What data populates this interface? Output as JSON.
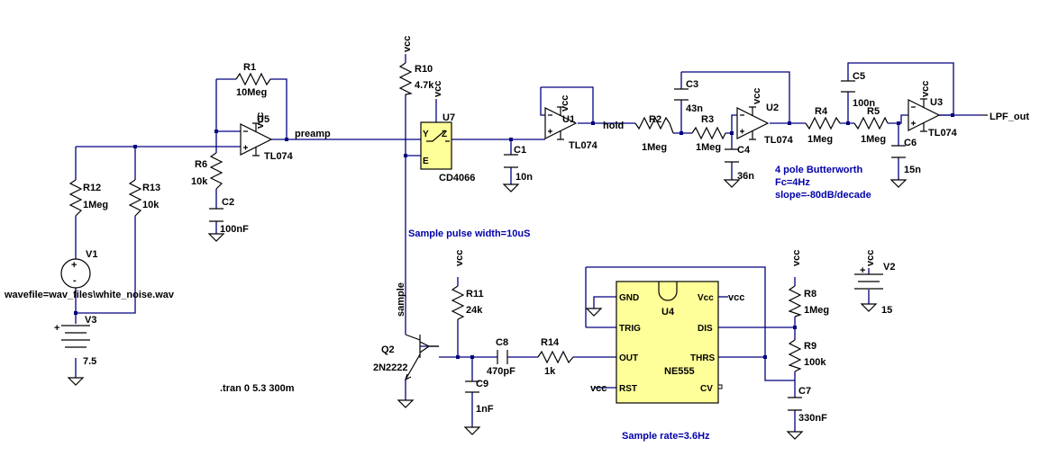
{
  "components": {
    "R1": {
      "ref": "R1",
      "value": "10Meg"
    },
    "R2": {
      "ref": "R2",
      "value": "1Meg"
    },
    "R3": {
      "ref": "R3",
      "value": "1Meg"
    },
    "R4": {
      "ref": "R4",
      "value": "1Meg"
    },
    "R5": {
      "ref": "R5",
      "value": "1Meg"
    },
    "R6": {
      "ref": "R6",
      "value": "10k"
    },
    "R8": {
      "ref": "R8",
      "value": "1Meg"
    },
    "R9": {
      "ref": "R9",
      "value": "100k"
    },
    "R10": {
      "ref": "R10",
      "value": "4.7k"
    },
    "R11": {
      "ref": "R11",
      "value": "24k"
    },
    "R12": {
      "ref": "R12",
      "value": "1Meg"
    },
    "R13": {
      "ref": "R13",
      "value": "10k"
    },
    "R14": {
      "ref": "R14",
      "value": "1k"
    },
    "C1": {
      "ref": "C1",
      "value": "10n"
    },
    "C2": {
      "ref": "C2",
      "value": "100nF"
    },
    "C3": {
      "ref": "C3",
      "value": "43n"
    },
    "C4": {
      "ref": "C4",
      "value": "36n"
    },
    "C5": {
      "ref": "C5",
      "value": "100n"
    },
    "C6": {
      "ref": "C6",
      "value": "15n"
    },
    "C7": {
      "ref": "C7",
      "value": "330nF"
    },
    "C8": {
      "ref": "C8",
      "value": "470pF"
    },
    "C9": {
      "ref": "C9",
      "value": "1nF"
    },
    "U1": {
      "ref": "U1",
      "value": "TL074"
    },
    "U2": {
      "ref": "U2",
      "value": "TL074"
    },
    "U3": {
      "ref": "U3",
      "value": "TL074"
    },
    "U5": {
      "ref": "U5",
      "value": "TL074"
    },
    "U7": {
      "ref": "U7",
      "value": "CD4066",
      "pin_y": "Y",
      "pin_z": "Z",
      "pin_e": "E"
    },
    "U4": {
      "ref": "U4",
      "value": "NE555",
      "pins": {
        "gnd": "GND",
        "trig": "TRIG",
        "out": "OUT",
        "rst": "RST",
        "vcc": "Vcc",
        "dis": "DIS",
        "thrs": "THRS",
        "cv": "CV"
      }
    },
    "Q2": {
      "ref": "Q2",
      "value": "2N2222"
    },
    "V1": {
      "ref": "V1",
      "value": "wavefile=wav_files\\white_noise.wav"
    },
    "V2": {
      "ref": "V2",
      "value": "15"
    },
    "V3": {
      "ref": "V3",
      "value": "7.5"
    }
  },
  "nets": {
    "vcc": "vcc",
    "preamp": "preamp",
    "hold": "hold",
    "sample": "sample",
    "out": "LPF_out"
  },
  "notes": {
    "butterworth": "4 pole Butterworth",
    "fc": "Fc=4Hz",
    "slope": "slope=-80dB/decade",
    "pulse": "Sample pulse width=10uS",
    "rate": "Sample rate=3.6Hz",
    "tran": ".tran 0 5.3 300m"
  },
  "polarity": {
    "plus": "+",
    "minus": "-"
  }
}
